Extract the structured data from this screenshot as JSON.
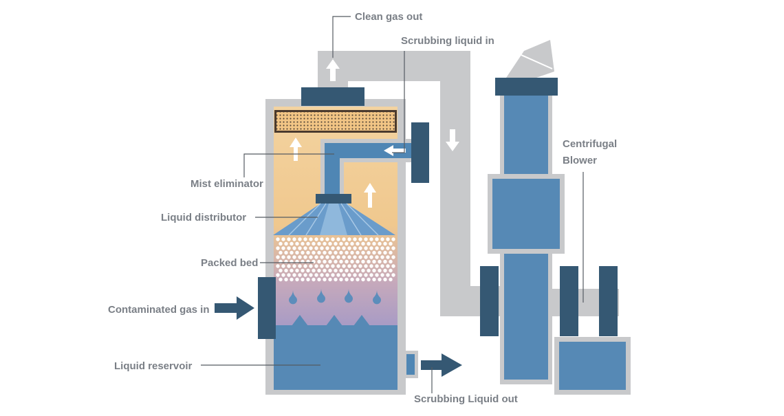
{
  "labels": {
    "clean_gas_out": "Clean gas out",
    "scrubbing_liquid_in": "Scrubbing liquid in",
    "mist_eliminator": "Mist eliminator",
    "liquid_distributor": "Liquid  distributor",
    "packed_bed": "Packed bed",
    "contaminated_gas_in": "Contaminated gas in",
    "liquid_reservoir": "Liquid reservoir",
    "scrubbing_liquid_out": "Scrubbing Liquid out",
    "centrifugal_line1": "Centrifugal",
    "centrifugal_line2": "Blower"
  },
  "colors": {
    "duct_gray": "#c8c9cb",
    "dark_navy": "#355873",
    "mid_blue": "#4f86b4",
    "liquid_blue": "#5689b5",
    "gas_orange": "#f1c88f",
    "label_gray": "#7a7f86"
  }
}
